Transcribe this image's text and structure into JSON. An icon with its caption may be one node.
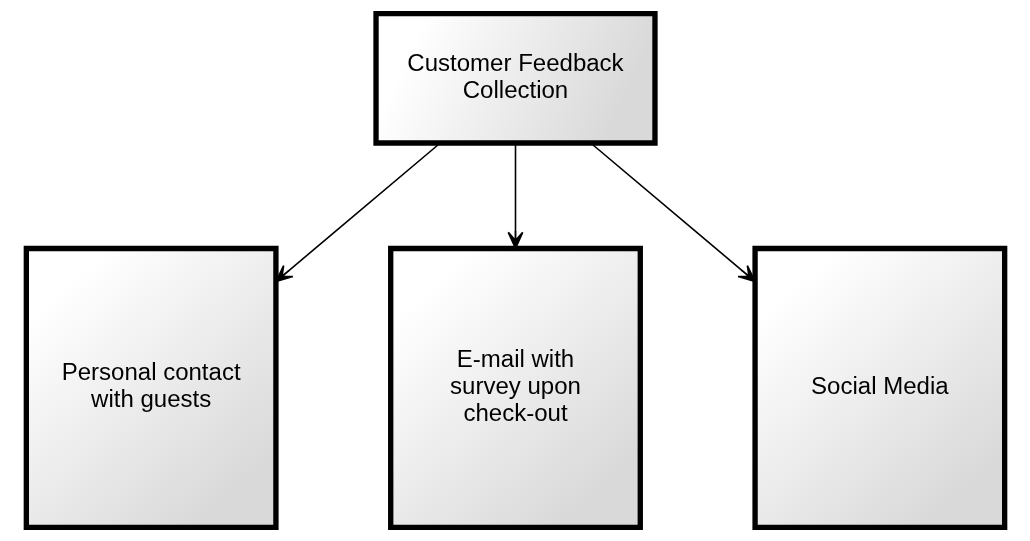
{
  "diagram": {
    "nodes": [
      {
        "text": [
          "Customer Feedback Collection"
        ]
      },
      {
        "text": [
          "Personal contact with guests"
        ]
      },
      {
        "text": [
          "E-mail with survey upon check-out"
        ]
      },
      {
        "text": [
          "Social Media"
        ]
      }
    ],
    "edges": [
      {
        "from": 0,
        "to": 1,
        "arrow": "to"
      },
      {
        "from": 0,
        "to": 2,
        "arrow": "to"
      },
      {
        "from": 0,
        "to": 3,
        "arrow": "to"
      }
    ]
  }
}
